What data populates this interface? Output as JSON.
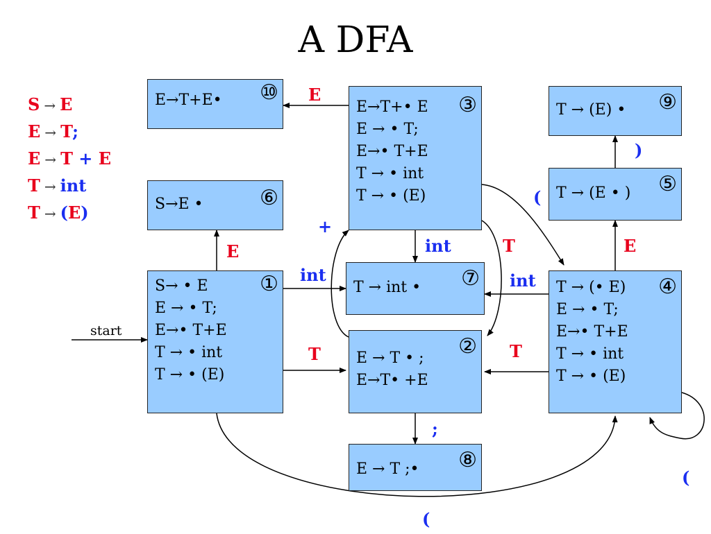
{
  "title": "A DFA",
  "grammar": [
    {
      "lhs": "S",
      "arrow": "→",
      "rhs": [
        {
          "text": "E",
          "color": "red"
        }
      ]
    },
    {
      "lhs": "E",
      "arrow": "→",
      "rhs": [
        {
          "text": "T",
          "color": "red"
        },
        {
          "text": ";",
          "color": "blue"
        }
      ]
    },
    {
      "lhs": "E",
      "arrow": "→",
      "rhs": [
        {
          "text": "T",
          "color": "red"
        },
        {
          "text": " + ",
          "color": "blue"
        },
        {
          "text": "E",
          "color": "red"
        }
      ]
    },
    {
      "lhs": "T",
      "arrow": "→",
      "rhs": [
        {
          "text": "int",
          "color": "blue"
        }
      ]
    },
    {
      "lhs": "T",
      "arrow": "→",
      "rhs": [
        {
          "text": "(",
          "color": "blue"
        },
        {
          "text": "E",
          "color": "red"
        },
        {
          "text": ")",
          "color": "blue"
        }
      ]
    }
  ],
  "states": {
    "s1": {
      "number": "①",
      "items": [
        "S→ • E",
        "E → • T;",
        "E→• T+E",
        "T → • int",
        "T → • (E)"
      ]
    },
    "s2": {
      "number": "②",
      "items": [
        "E → T • ;",
        "E→T• +E"
      ]
    },
    "s3": {
      "number": "③",
      "items": [
        "E→T+• E",
        "E → • T;",
        "E→• T+E",
        "T → • int",
        "T → • (E)"
      ]
    },
    "s4": {
      "number": "④",
      "items": [
        "T → (• E)",
        "E → • T;",
        "E→• T+E",
        "T → • int",
        "T → • (E)"
      ]
    },
    "s5": {
      "number": "⑤",
      "items": [
        "T → (E • )"
      ]
    },
    "s6": {
      "number": "⑥",
      "items": [
        "S→E •"
      ]
    },
    "s7": {
      "number": "⑦",
      "items": [
        "T → int •"
      ]
    },
    "s8": {
      "number": "⑧",
      "items": [
        "E → T ;•"
      ]
    },
    "s9": {
      "number": "⑨",
      "items": [
        "T → (E) •"
      ]
    },
    "s10": {
      "number": "⑩",
      "items": [
        "E→T+E•"
      ]
    }
  },
  "start_label": "start",
  "edge_labels": {
    "e_1_6": "E",
    "e_3_10": "E",
    "e_1_7": "int",
    "e_3_7": "int",
    "e_4_7": "int",
    "e_1_2": "T",
    "e_3_2": "T",
    "e_4_2": "T",
    "e_2_3": "+",
    "e_2_8": ";",
    "e_4_5": "E",
    "e_5_9": ")",
    "e_3_4": "(",
    "e_1_4": "(",
    "e_4_4": "("
  },
  "colors": {
    "state_fill": "#99ccff",
    "nonterminal": "#e8001c",
    "terminal": "#1a2ef0"
  }
}
